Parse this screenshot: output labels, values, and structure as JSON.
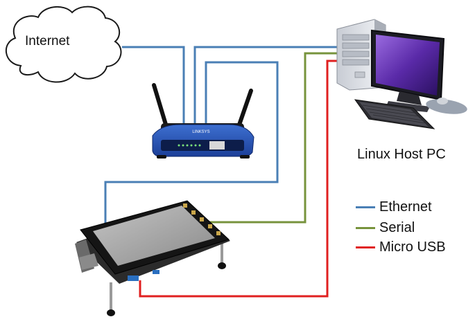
{
  "cloud": {
    "label": "Internet"
  },
  "host_pc": {
    "label": "Linux Host PC"
  },
  "router": {
    "brand": "LINKSYS"
  },
  "legend": [
    {
      "label": "Ethernet",
      "color": "#4a7fb5"
    },
    {
      "label": "Serial",
      "color": "#77933c"
    },
    {
      "label": "Micro USB",
      "color": "#e02020"
    }
  ],
  "colors": {
    "ethernet": "#4a7fb5",
    "serial": "#77933c",
    "usb": "#e02020"
  }
}
